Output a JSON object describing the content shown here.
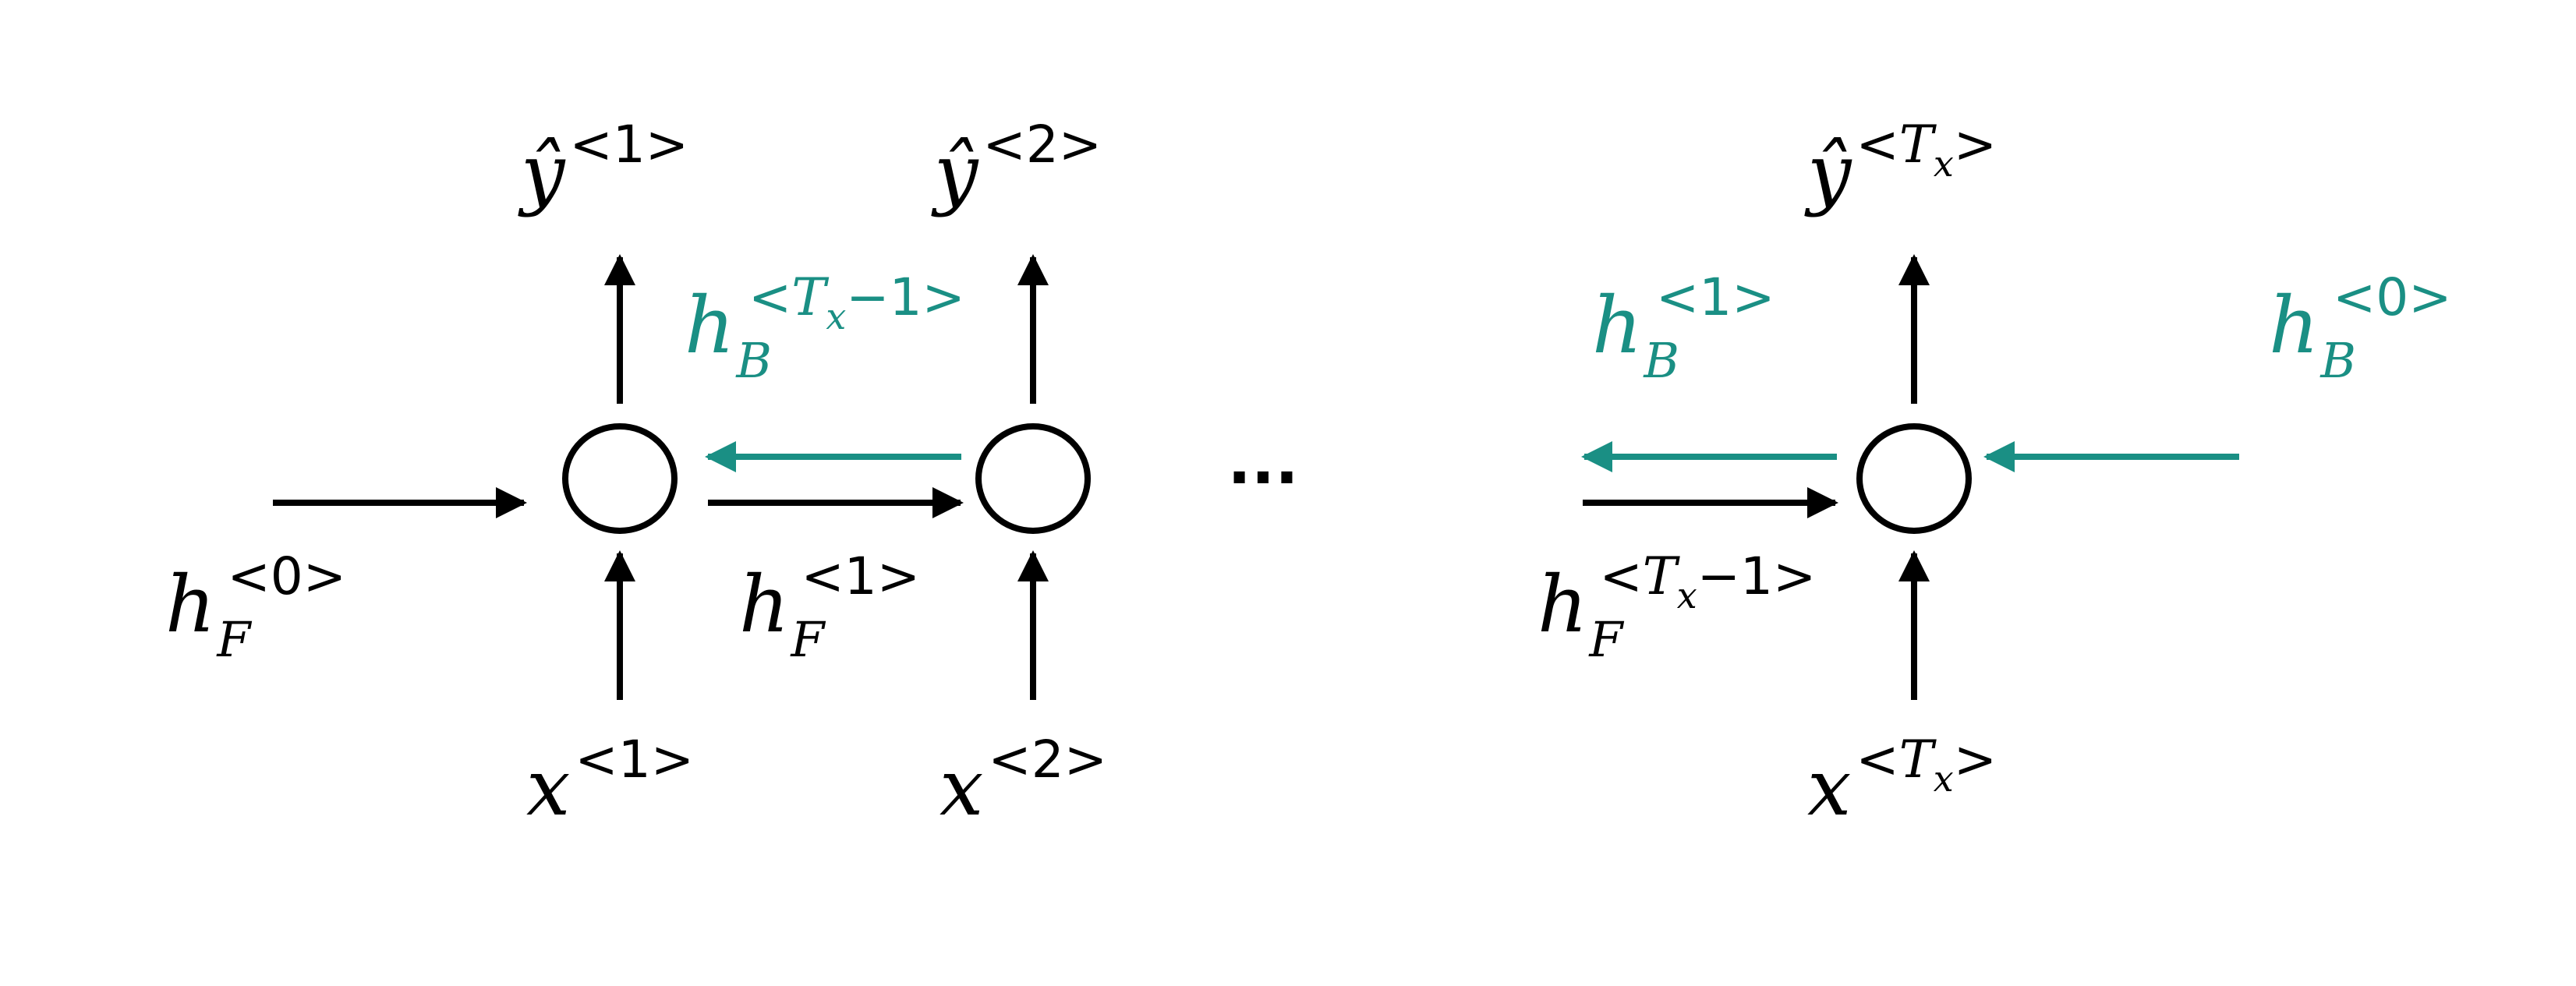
{
  "colors": {
    "forward": "#000000",
    "backward": "#1a8f84",
    "background": "#ffffff"
  },
  "labels": {
    "y1": {
      "base": "ŷ",
      "sup_pre": "<",
      "sup_var": "",
      "sup_sub": "",
      "sup_post": "1>"
    },
    "y2": {
      "base": "ŷ",
      "sup_pre": "<",
      "sup_var": "",
      "sup_sub": "",
      "sup_post": "2>"
    },
    "yT": {
      "base": "ŷ",
      "sup_pre": "<",
      "sup_var": "T",
      "sup_sub": "x",
      "sup_post": ">"
    },
    "x1": {
      "base": "x",
      "sup_pre": "<",
      "sup_var": "",
      "sup_sub": "",
      "sup_post": "1>"
    },
    "x2": {
      "base": "x",
      "sup_pre": "<",
      "sup_var": "",
      "sup_sub": "",
      "sup_post": "2>"
    },
    "xT": {
      "base": "x",
      "sup_pre": "<",
      "sup_var": "T",
      "sup_sub": "x",
      "sup_post": ">"
    },
    "hF0": {
      "base": "h",
      "sub": "F",
      "sup_pre": "<",
      "sup_var": "",
      "sup_sub": "",
      "sup_post": "0>"
    },
    "hF1": {
      "base": "h",
      "sub": "F",
      "sup_pre": "<",
      "sup_var": "",
      "sup_sub": "",
      "sup_post": "1>"
    },
    "hFT": {
      "base": "h",
      "sub": "F",
      "sup_pre": "<",
      "sup_var": "T",
      "sup_sub": "x",
      "sup_post": "−1>"
    },
    "hBT": {
      "base": "h",
      "sub": "B",
      "sup_pre": "<",
      "sup_var": "T",
      "sup_sub": "x",
      "sup_post": "−1>"
    },
    "hB1": {
      "base": "h",
      "sub": "B",
      "sup_pre": "<",
      "sup_var": "",
      "sup_sub": "",
      "sup_post": "1>"
    },
    "hB0": {
      "base": "h",
      "sub": "B",
      "sup_pre": "<",
      "sup_var": "",
      "sup_sub": "",
      "sup_post": "0>"
    }
  },
  "ellipsis": "..."
}
